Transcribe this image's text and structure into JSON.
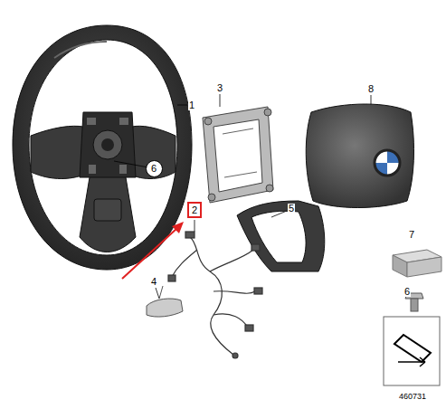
{
  "diagram": {
    "nodes": [
      {
        "text": [
          "6"
        ]
      },
      {
        "text": [
          "2"
        ]
      }
    ],
    "labels": [
      "1",
      "3",
      "8",
      "5",
      "7",
      "4",
      "6",
      "460731"
    ]
  }
}
